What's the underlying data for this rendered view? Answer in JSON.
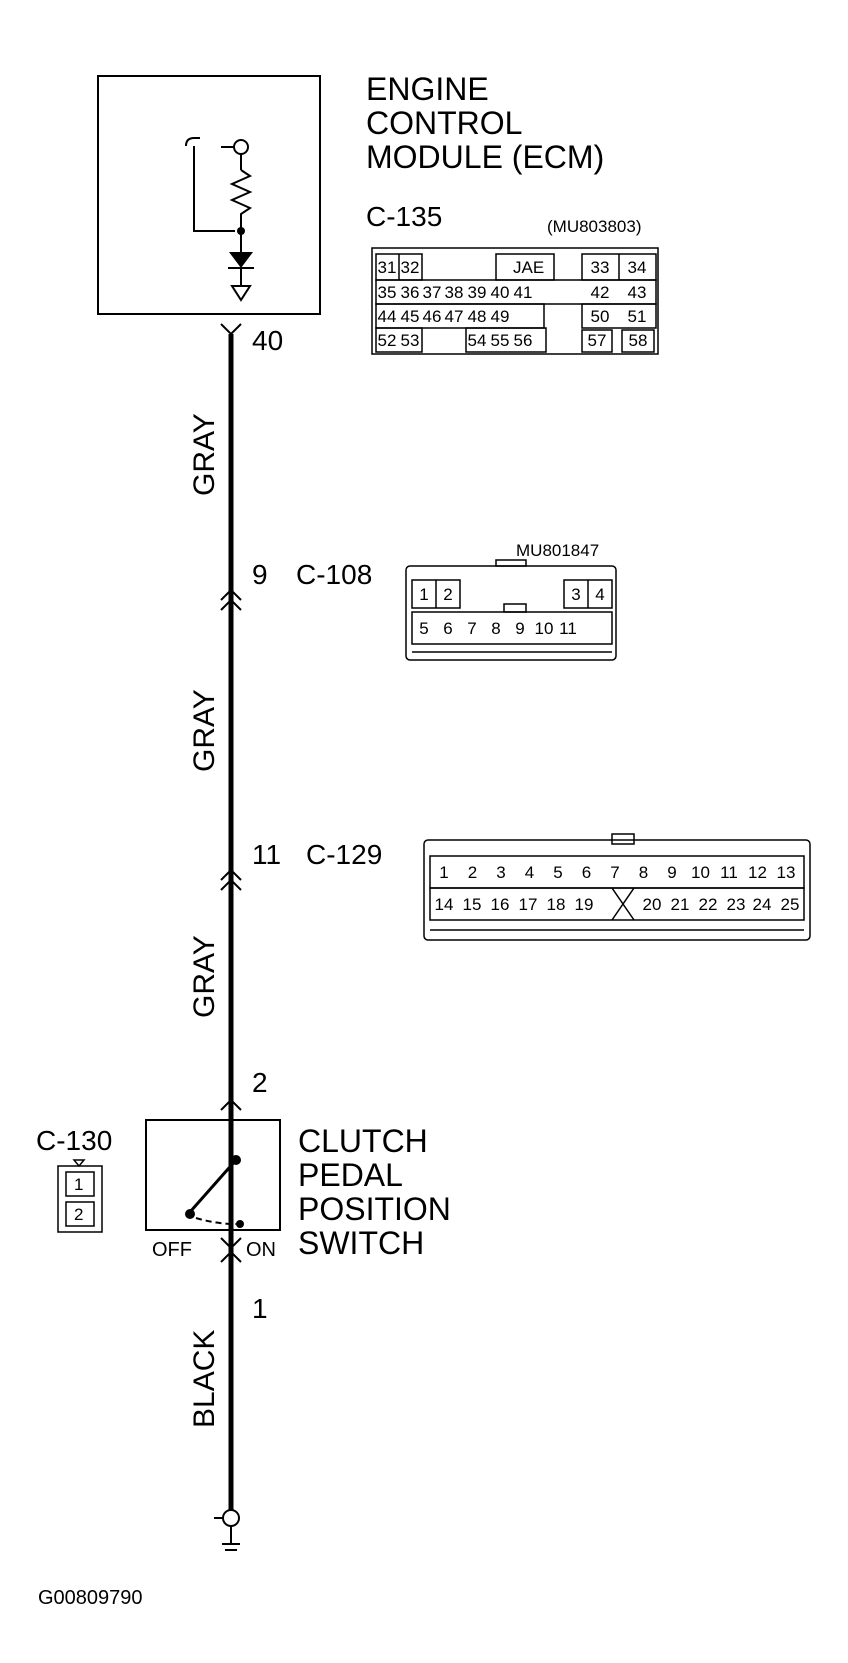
{
  "ecm": {
    "title_lines": [
      "ENGINE",
      "CONTROL",
      "MODULE (ECM)"
    ],
    "connector_id": "C-135",
    "part_number": "(MU803803)",
    "jae_label": "JAE",
    "pin_out": "40"
  },
  "c135_rows": [
    [
      "31",
      "32",
      "33",
      "34"
    ],
    [
      "35",
      "36",
      "37",
      "38",
      "39",
      "40",
      "41",
      "42",
      "43"
    ],
    [
      "44",
      "45",
      "46",
      "47",
      "48",
      "49",
      "50",
      "51"
    ],
    [
      "52",
      "53",
      "54",
      "55",
      "56",
      "57",
      "58"
    ]
  ],
  "c108": {
    "pin": "9",
    "id": "C-108",
    "part_number": "MU801847",
    "row1": [
      "1",
      "2",
      "3",
      "4"
    ],
    "row2": [
      "5",
      "6",
      "7",
      "8",
      "9",
      "10",
      "11"
    ]
  },
  "c129": {
    "pin": "11",
    "id": "C-129",
    "row1": [
      "1",
      "2",
      "3",
      "4",
      "5",
      "6",
      "7",
      "8",
      "9",
      "10",
      "11",
      "12",
      "13"
    ],
    "row2": [
      "14",
      "15",
      "16",
      "17",
      "18",
      "19",
      "20",
      "21",
      "22",
      "23",
      "24",
      "25"
    ]
  },
  "wires": {
    "segment1": "GRAY",
    "segment2": "GRAY",
    "segment3": "GRAY",
    "segment4": "BLACK"
  },
  "switch": {
    "pin_top": "2",
    "pin_bottom": "1",
    "connector_id": "C-130",
    "connector_pins": [
      "1",
      "2"
    ],
    "title_lines": [
      "CLUTCH",
      "PEDAL",
      "POSITION",
      "SWITCH"
    ],
    "off_label": "OFF",
    "on_label": "ON"
  },
  "figure_id": "G00809790"
}
